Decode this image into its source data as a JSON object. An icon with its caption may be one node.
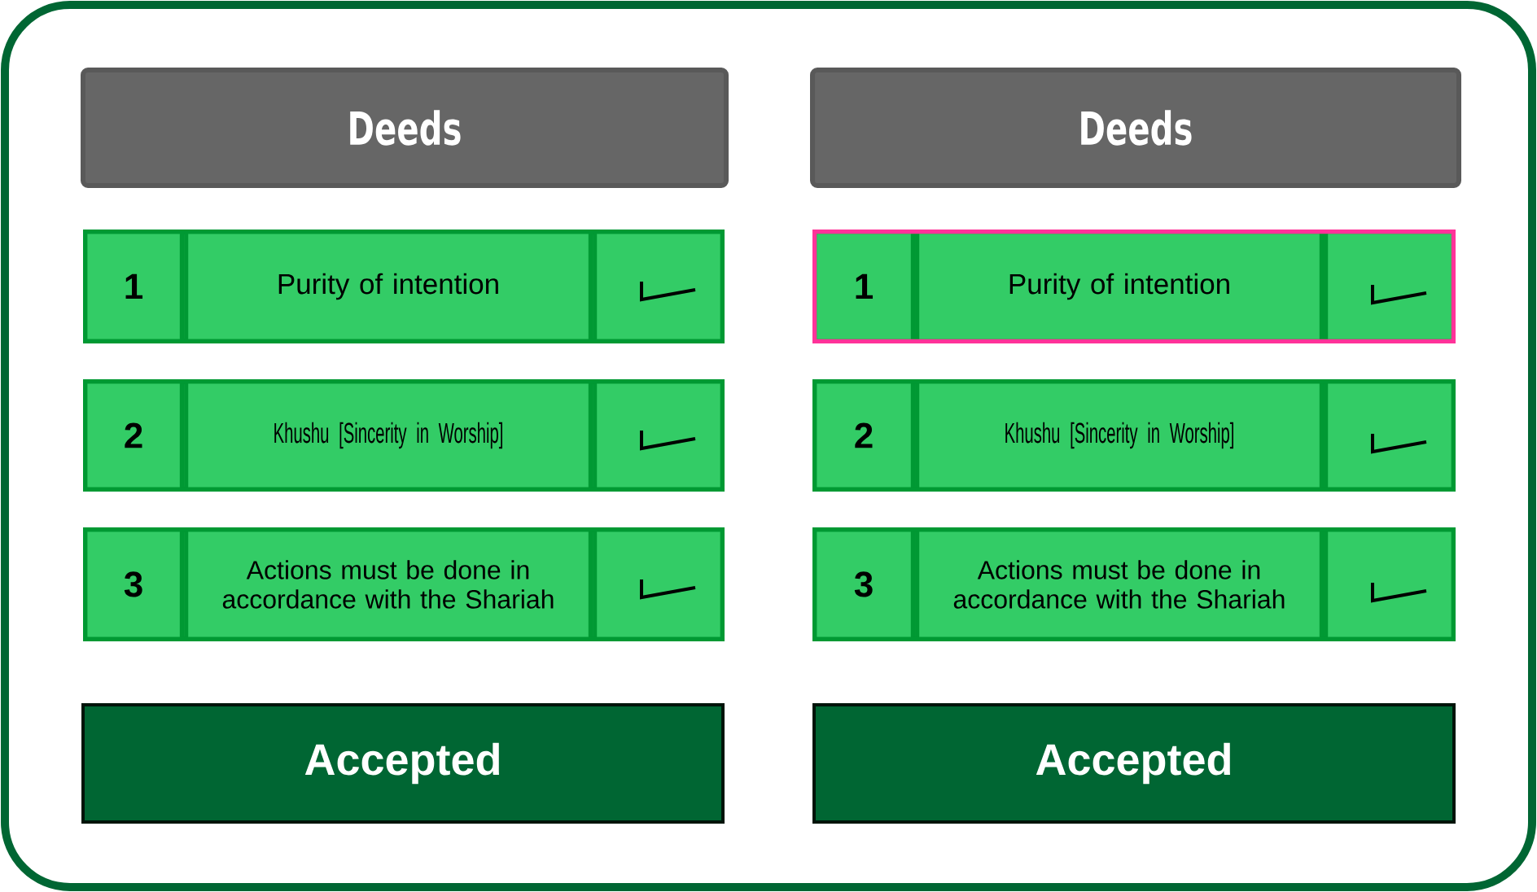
{
  "diagram": {
    "nodes": [
      {
        "text": [
          "Deeds"
        ]
      },
      {
        "text": [
          "1",
          "Purity of intention"
        ]
      },
      {
        "text": [
          "2",
          "Khushu [Sincerity in Worship]"
        ]
      },
      {
        "text": [
          "3",
          "Actions must be done in accordance with the Shariah"
        ]
      },
      {
        "text": [
          "Accepted"
        ]
      },
      {
        "text": [
          "Deeds"
        ]
      },
      {
        "text": [
          "1",
          "Purity of intention"
        ]
      },
      {
        "text": [
          "2",
          "Khushu [Sincerity in Worship]"
        ]
      },
      {
        "text": [
          "3",
          "Actions must be done in accordance with the Shariah"
        ]
      },
      {
        "text": [
          "Accepted"
        ]
      }
    ]
  }
}
